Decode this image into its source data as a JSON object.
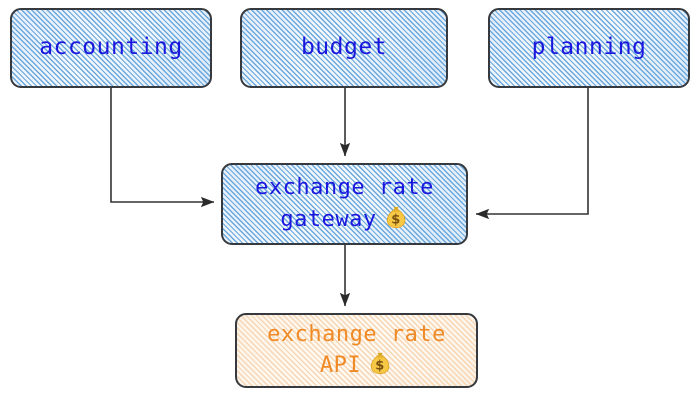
{
  "diagram": {
    "type": "flowchart",
    "direction": "top-down",
    "background_color": "#ffffff",
    "nodes": [
      {
        "id": "accounting",
        "label": "accounting",
        "style": "blue-hatched",
        "text_color": "#1a18dd",
        "fill_color": "#e9f3fc",
        "hatch_color": "#6ba8dd",
        "border_color": "#36393d",
        "icon": null
      },
      {
        "id": "budget",
        "label": "budget",
        "style": "blue-hatched",
        "text_color": "#1a18dd",
        "fill_color": "#e9f3fc",
        "hatch_color": "#6ba8dd",
        "border_color": "#36393d",
        "icon": null
      },
      {
        "id": "planning",
        "label": "planning",
        "style": "blue-hatched",
        "text_color": "#1a18dd",
        "fill_color": "#e9f3fc",
        "hatch_color": "#6ba8dd",
        "border_color": "#36393d",
        "icon": null
      },
      {
        "id": "gateway",
        "label": "exchange rate\ngateway",
        "style": "blue-hatched",
        "text_color": "#1a18dd",
        "fill_color": "#e9f3fc",
        "hatch_color": "#6ba8dd",
        "border_color": "#36393d",
        "icon": "money-bag-icon"
      },
      {
        "id": "api",
        "label": "exchange rate\nAPI",
        "style": "orange-hatched",
        "text_color": "#f08a26",
        "fill_color": "#fdf7ee",
        "hatch_color": "#f6d6b4",
        "border_color": "#36393d",
        "icon": "money-bag-icon"
      }
    ],
    "edges": [
      {
        "id": "accounting-to-gateway",
        "from": "accounting",
        "to": "gateway",
        "shape": "elbow",
        "enters": "left",
        "color": "#333333"
      },
      {
        "id": "budget-to-gateway",
        "from": "budget",
        "to": "gateway",
        "shape": "straight",
        "enters": "top",
        "color": "#333333"
      },
      {
        "id": "planning-to-gateway",
        "from": "planning",
        "to": "gateway",
        "shape": "elbow",
        "enters": "right",
        "color": "#333333"
      },
      {
        "id": "gateway-to-api",
        "from": "gateway",
        "to": "api",
        "shape": "straight",
        "enters": "top",
        "color": "#333333"
      }
    ]
  }
}
